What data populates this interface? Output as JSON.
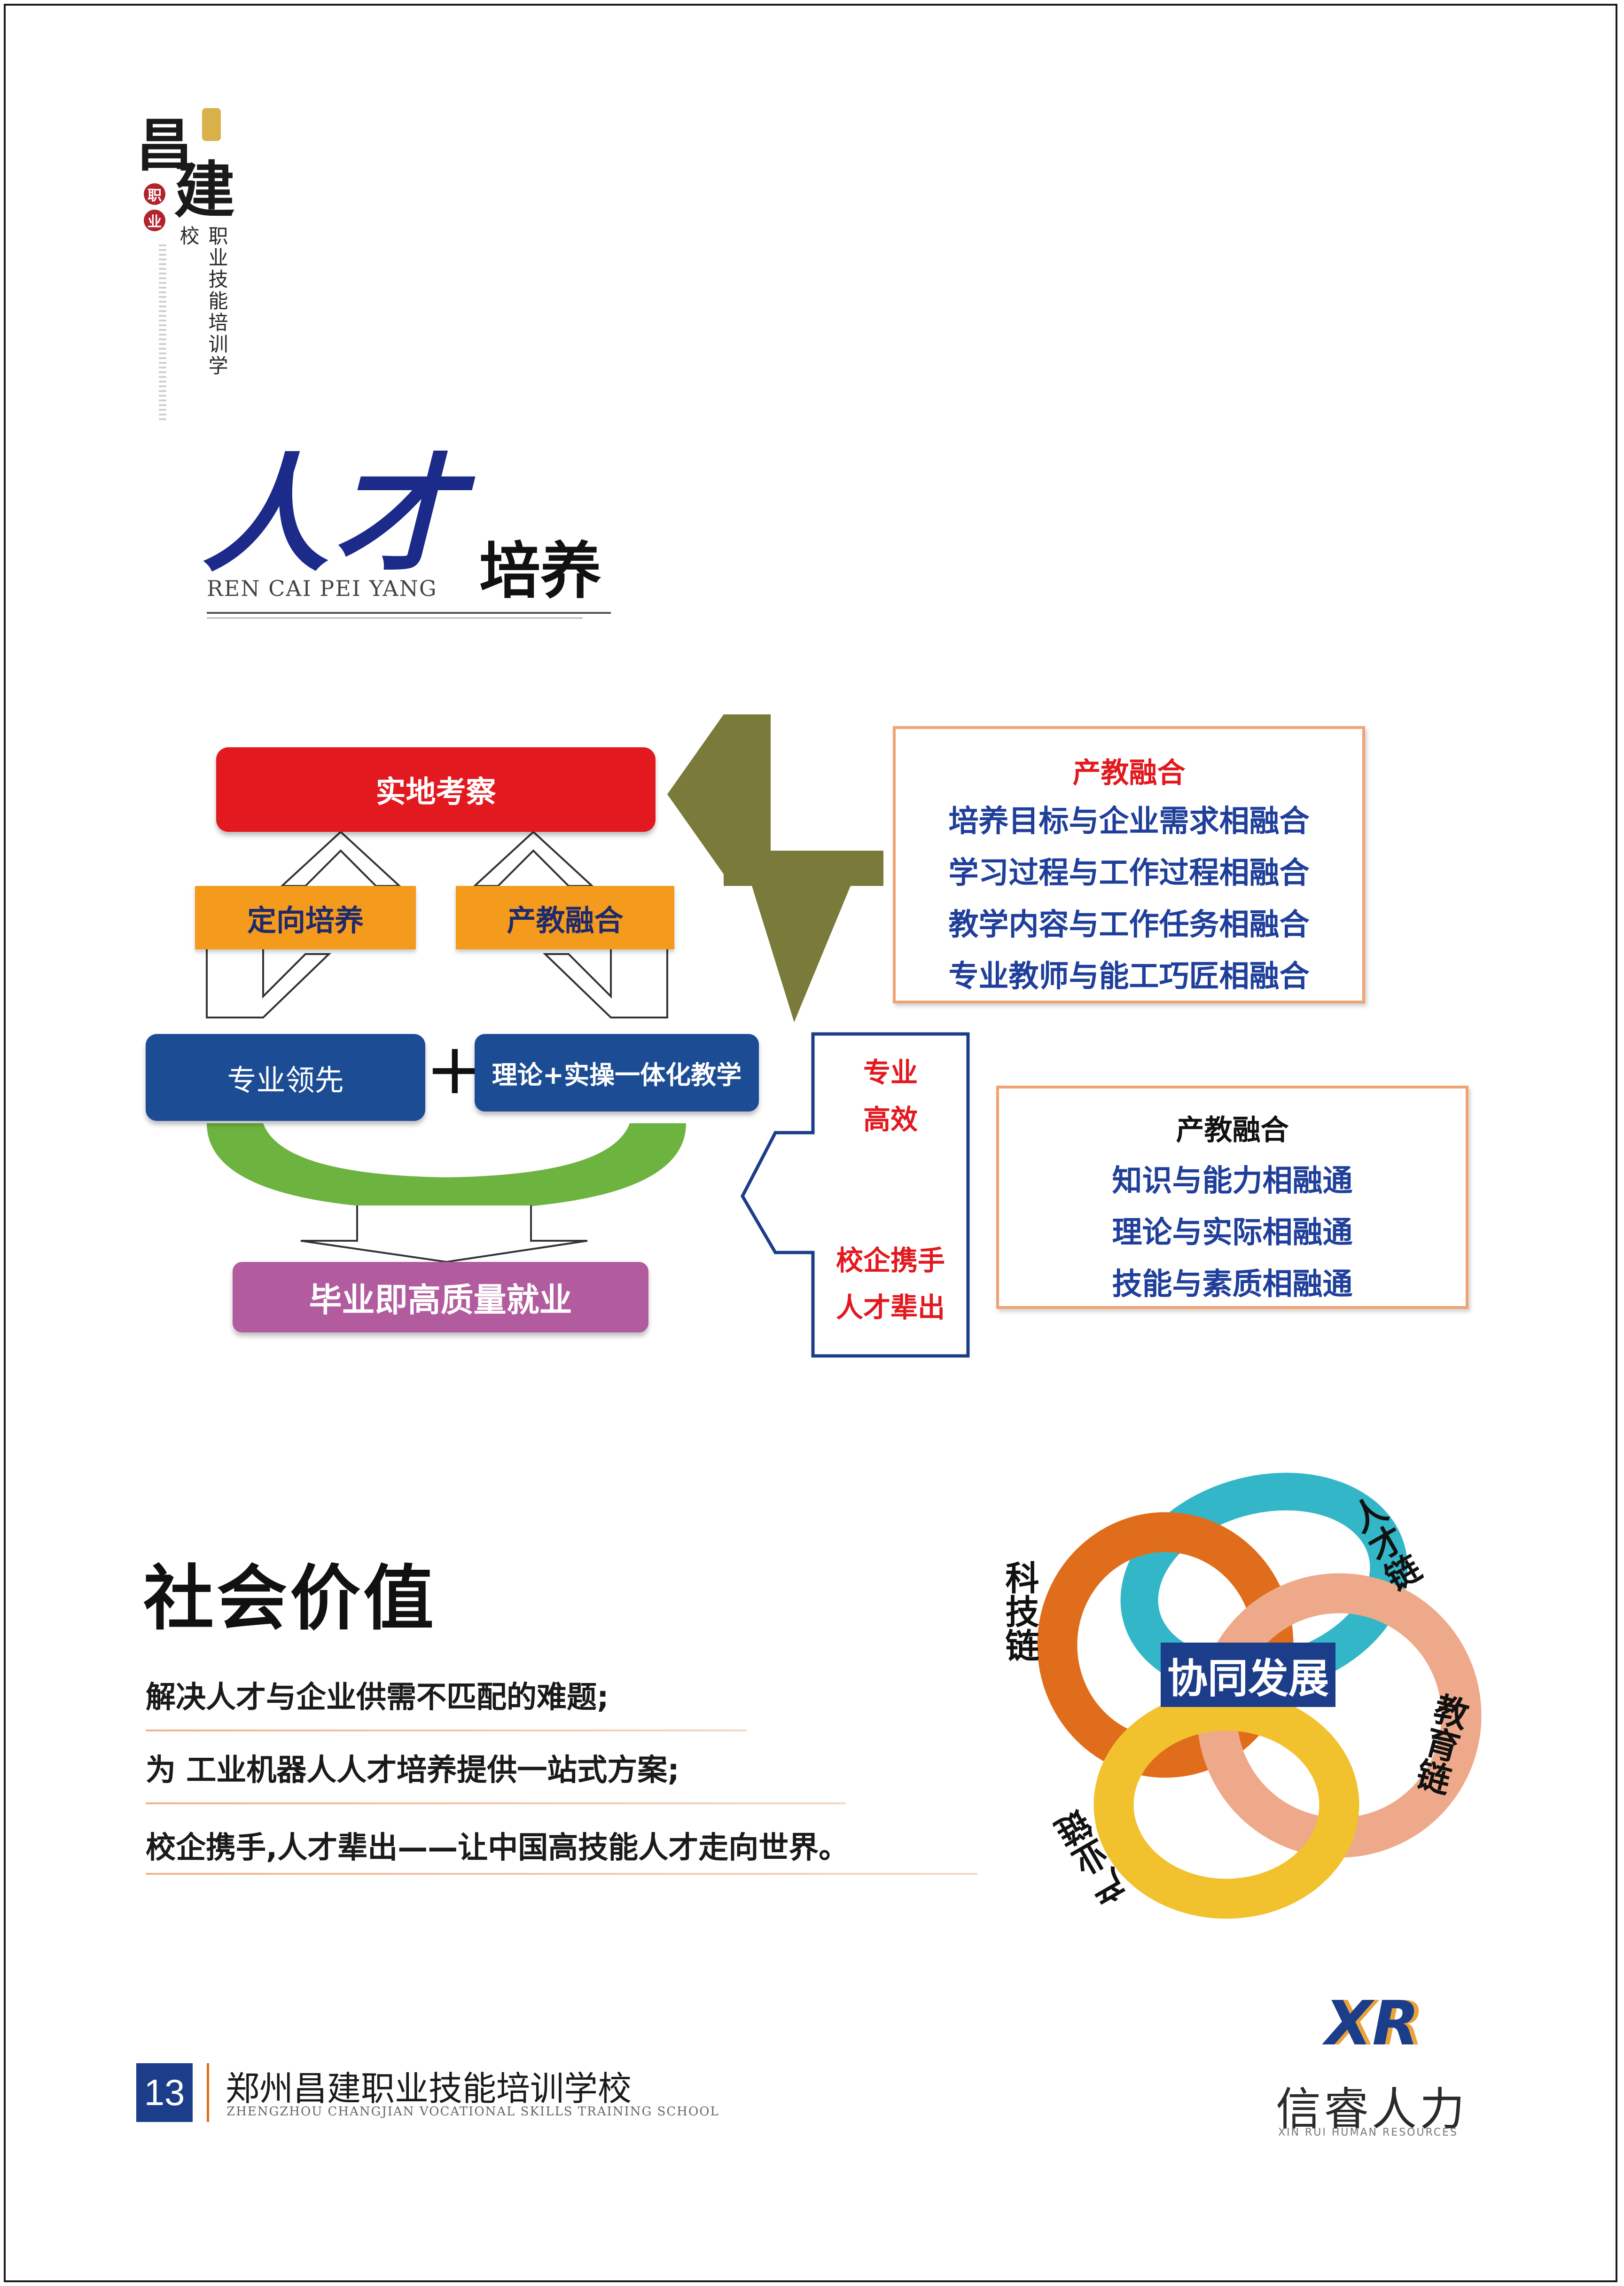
{
  "logo": {
    "char1": "昌",
    "char2": "建",
    "seal1": "职",
    "seal2": "业",
    "vertical_text": "职业技能培训学校"
  },
  "section_title": {
    "script": "人才",
    "pinyin": "REN CAI PEI YANG",
    "main": "培养"
  },
  "flow": {
    "top": "实地考察",
    "left_mid": "定向培养",
    "right_mid": "产教融合",
    "blue_left": "专业领先",
    "plus": "+",
    "blue_right": "理论+实操一体化教学",
    "bottom": "毕业即高质量就业",
    "bracket_top_1": "专业",
    "bracket_top_2": "高效",
    "bracket_bottom_1": "校企携手",
    "bracket_bottom_2": "人才辈出"
  },
  "info_box_1": {
    "title": "产教融合",
    "lines": [
      "培养目标与企业需求相融合",
      "学习过程与工作过程相融合",
      "教学内容与工作任务相融合",
      "专业教师与能工巧匠相融合"
    ]
  },
  "info_box_2": {
    "title": "产教融合",
    "lines": [
      "知识与能力相融通",
      "理论与实际相融通",
      "技能与素质相融通"
    ]
  },
  "society": {
    "title": "社会价值",
    "lines": [
      "解决人才与企业供需不匹配的难题;",
      "为 工业机器人人才培养提供一站式方案;",
      "校企携手,人才辈出——让中国高技能人才走向世界。"
    ]
  },
  "rings": {
    "center": "协同发展",
    "tech": "科技链",
    "talent": "人才链",
    "edu": "教育链",
    "industry": "产业链"
  },
  "footer": {
    "page_number": "13",
    "school_cn": "郑州昌建职业技能培训学校",
    "school_en": "ZHENGZHOU CHANGJIAN VOCATIONAL SKILLS TRAINING SCHOOL",
    "brand_cn": "信睿人力",
    "brand_en": "XIN RUI HUMAN RESOURCES",
    "brand_mark": "XR"
  },
  "colors": {
    "red": "#e2191f",
    "orange": "#f49a1d",
    "navy": "#1c4c94",
    "olive": "#7a7a3a",
    "green": "#6db33f",
    "purple": "#b25b9f",
    "ring_orange": "#e06d1c",
    "ring_teal": "#32b6c8",
    "ring_salmon": "#eea98a",
    "ring_yellow": "#f2c12e"
  }
}
